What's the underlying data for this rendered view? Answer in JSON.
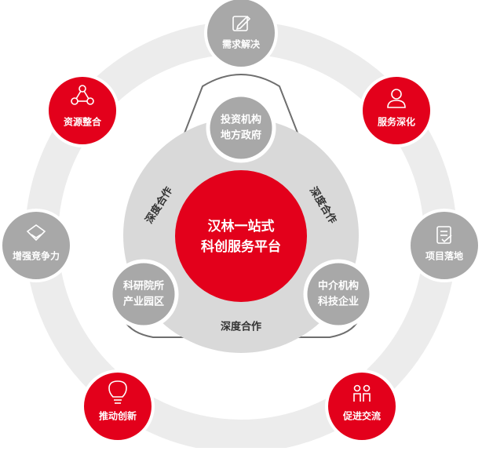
{
  "center": {
    "line1": "汉林一站式",
    "line2": "科创服务平台"
  },
  "partners": {
    "top": {
      "line1": "投资机构",
      "line2": "地方政府"
    },
    "right": {
      "line1": "中介机构",
      "line2": "科技企业"
    },
    "left": {
      "line1": "科研院所",
      "line2": "产业园区"
    }
  },
  "cooperation_label": "深度合作",
  "outer_nodes": {
    "needs": {
      "label": "需求解决",
      "icon": "edit-icon",
      "color": "#a8a8a8"
    },
    "service": {
      "label": "服务深化",
      "icon": "person-icon",
      "color": "#e3001b"
    },
    "project": {
      "label": "项目落地",
      "icon": "document-icon",
      "color": "#a8a8a8"
    },
    "exchange": {
      "label": "促进交流",
      "icon": "people-icon",
      "color": "#e3001b"
    },
    "innovation": {
      "label": "推动创新",
      "icon": "lightbulb-icon",
      "color": "#e3001b"
    },
    "competitiveness": {
      "label": "增强竞争力",
      "icon": "diamond-icon",
      "color": "#a8a8a8"
    },
    "resources": {
      "label": "资源整合",
      "icon": "network-icon",
      "color": "#e3001b"
    }
  },
  "colors": {
    "red": "#e3001b",
    "gray": "#a8a8a8",
    "ring": "#ececec",
    "disc": "#d9d9d9",
    "text_dark": "#333333"
  }
}
